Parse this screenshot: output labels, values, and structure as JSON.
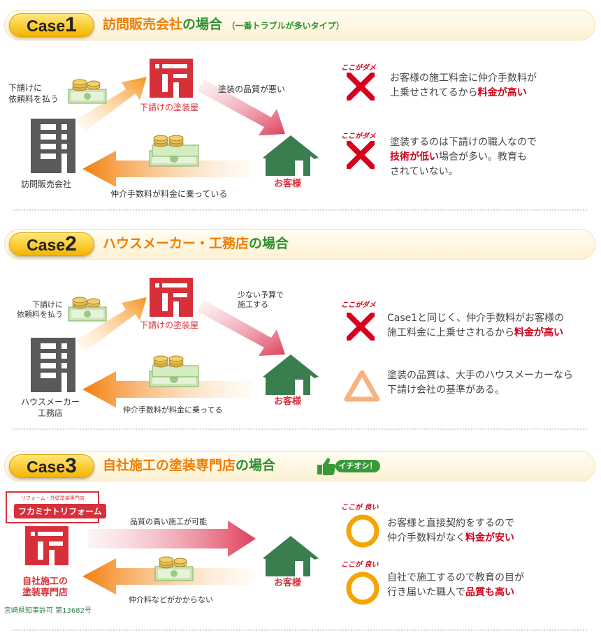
{
  "colors": {
    "orange": "#ef7d00",
    "green": "#2f8f2f",
    "red": "#d0021b",
    "house": "#3a7d4e",
    "building": "#d7303a",
    "office": "#5a5a5a"
  },
  "case1": {
    "word": "Case",
    "num": "1",
    "title": "訪問販売会社",
    "suffix": "の場合",
    "note": "（一番トラブルが多いタイプ）",
    "pay_label": "下請けに\n依頼料を払う",
    "sub_label": "下請けの塗装屋",
    "quality_label": "塗装の品質が悪い",
    "customer_label": "お客様",
    "seller_label": "訪問販売会社",
    "fee_label": "仲介手数料が料金に乗っている",
    "points": [
      {
        "tag": "ここがダメ",
        "line1": "お客様の施工料金に仲介手数料が",
        "line2_pre": "上乗せされてるから",
        "line2_hl": "料金が高い",
        "line2_post": "",
        "line3": ""
      },
      {
        "tag": "ここがダメ",
        "line1": "塗装するのは下請けの職人なので",
        "line2_pre": "",
        "line2_hl": "技術が低い",
        "line2_post": "場合が多い。教育も",
        "line3": "されていない。"
      }
    ]
  },
  "case2": {
    "word": "Case",
    "num": "2",
    "title": "ハウスメーカー・工務店",
    "suffix": "の場合",
    "pay_label": "下請けに\n依頼料を払う",
    "sub_label": "下請けの塗装屋",
    "budget_label": "少ない予算で\n施工する",
    "customer_label": "お客様",
    "seller_label": "ハウスメーカー\n工務店",
    "fee_label": "仲介手数料が料金に乗ってる",
    "points": [
      {
        "tag": "ここがダメ",
        "line1": "Case1と同じく、仲介手数料がお客様の",
        "line2_pre": "施工料金に上乗せされるから",
        "line2_hl": "料金が高い"
      },
      {
        "tag": "",
        "line1": "塗装の品質は、大手のハウスメーカーなら",
        "line2_pre": "下請け会社の基準がある。",
        "line2_hl": ""
      }
    ]
  },
  "case3": {
    "word": "Case",
    "num": "3",
    "title": "自社施工の塗装専門店",
    "suffix": "の場合",
    "badge": "イチオシ！",
    "logo_small": "リフォーム・外壁塗装専門店",
    "logo_big": "フカミナトリフォーム",
    "quality_label": "品質の高い施工が可能",
    "customer_label": "お客様",
    "shop_label": "自社施工の\n塗装専門店",
    "license": "宮崎県知事許可 第13682号",
    "fee_label": "仲介料などがかからない",
    "points": [
      {
        "tag": "ここが 良い",
        "line1": "お客様と直接契約をするので",
        "line2_pre": "仲介手数料がなく",
        "line2_hl": "料金が安い"
      },
      {
        "tag": "ここが 良い",
        "line1": "自社で施工するので教育の目が",
        "line2_pre": "行き届いた職人で",
        "line2_hl": "品質も高い"
      }
    ]
  }
}
